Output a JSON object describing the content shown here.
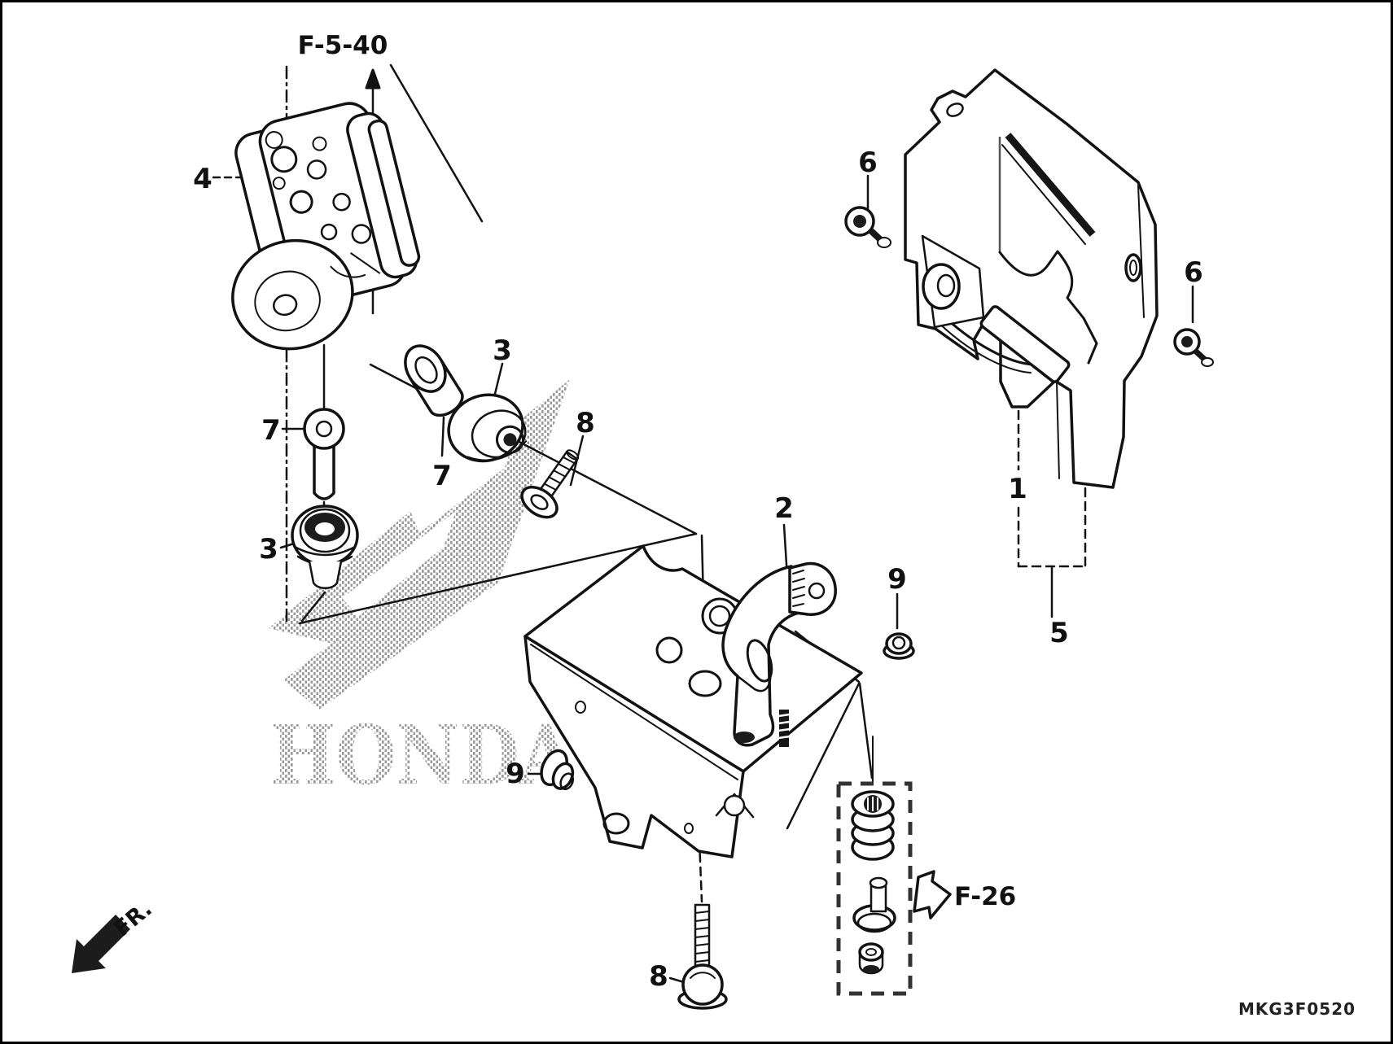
{
  "figure": {
    "top_ref": "F-5-40",
    "inset_ref": "F-26",
    "front_direction_label": "FR.",
    "drawing_code": "MKG3F0520",
    "watermark": "HONDA"
  },
  "callouts": [
    {
      "label": "1",
      "part": "abs-modulator-cover"
    },
    {
      "label": "2",
      "part": "modulator-bracket-stay"
    },
    {
      "label": "3",
      "part": "rubber-mount-a"
    },
    {
      "label": "3",
      "part": "rubber-mount-b"
    },
    {
      "label": "4",
      "part": "abs-modulator-assy"
    },
    {
      "label": "5",
      "part": "modulator-bracket-assy"
    },
    {
      "label": "6",
      "part": "cover-bolt-left"
    },
    {
      "label": "6",
      "part": "cover-bolt-right"
    },
    {
      "label": "7",
      "part": "collar-a"
    },
    {
      "label": "7",
      "part": "collar-b"
    },
    {
      "label": "8",
      "part": "mount-screw-upper"
    },
    {
      "label": "8",
      "part": "mount-bolt-lower"
    },
    {
      "label": "9",
      "part": "flange-bolt-right"
    },
    {
      "label": "9",
      "part": "flange-bolt-left"
    }
  ],
  "inset_parts": [
    "rubber-damper",
    "collar",
    "cap-nut"
  ]
}
